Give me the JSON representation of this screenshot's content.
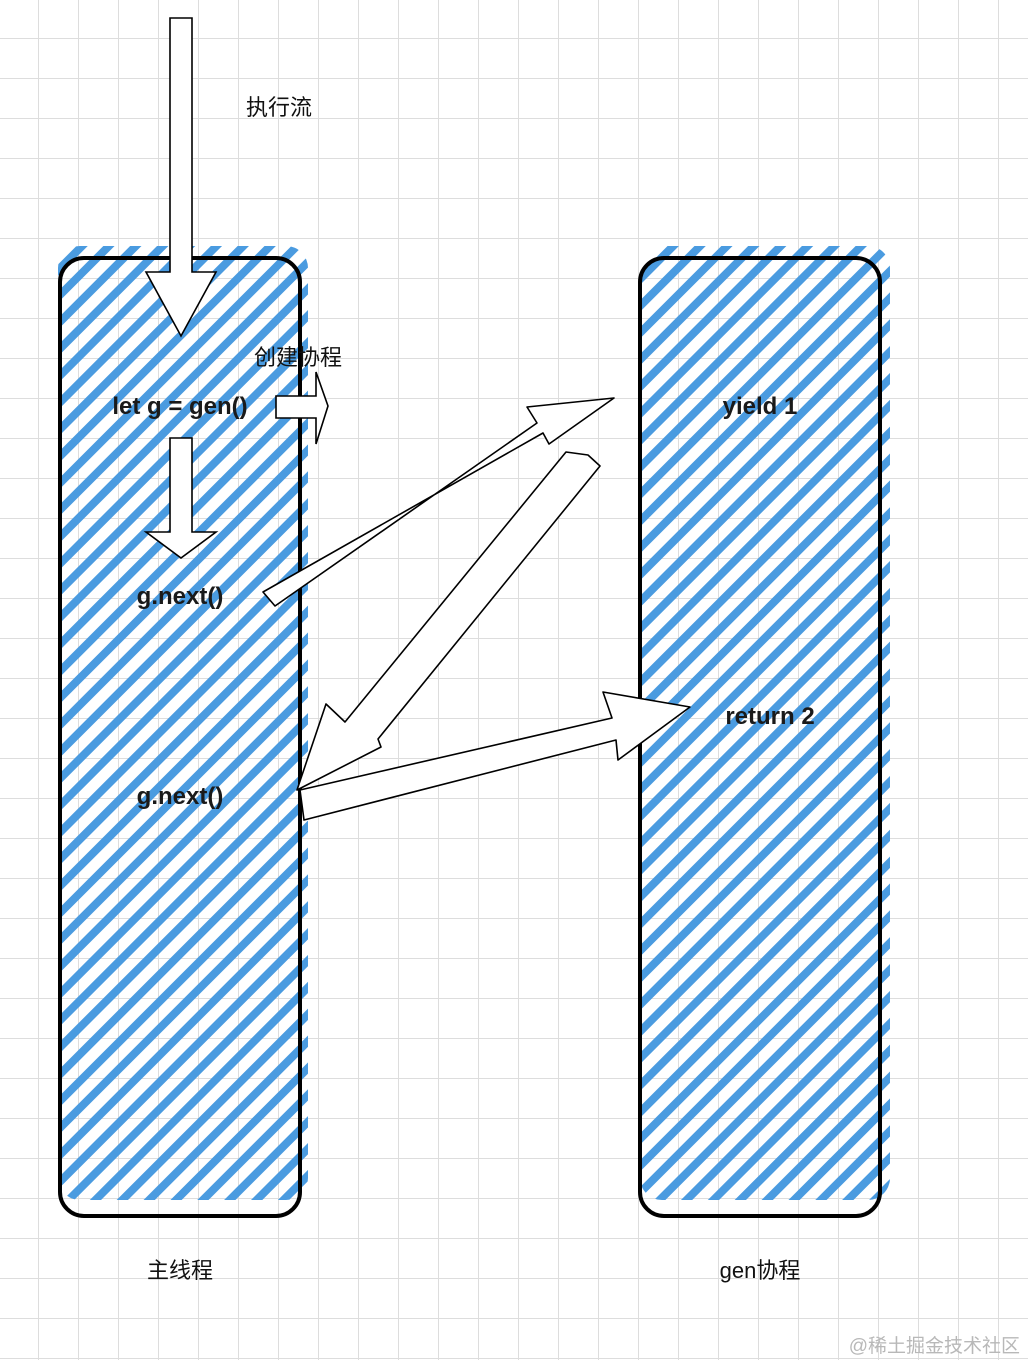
{
  "diagram": {
    "execution_flow_label": "执行流",
    "create_coroutine_label": "创建协程",
    "main_thread": {
      "title": "主线程",
      "statements": [
        "let g = gen()",
        "g.next()",
        "g.next()"
      ]
    },
    "gen_coroutine": {
      "title": "gen协程",
      "statements": [
        "yield 1",
        "return 2"
      ]
    },
    "watermark": "@稀土掘金技术社区"
  },
  "colors": {
    "hatch": "#4a9be0",
    "outline": "#000000",
    "arrow_fill": "#ffffff",
    "grid": "#dddddd"
  }
}
